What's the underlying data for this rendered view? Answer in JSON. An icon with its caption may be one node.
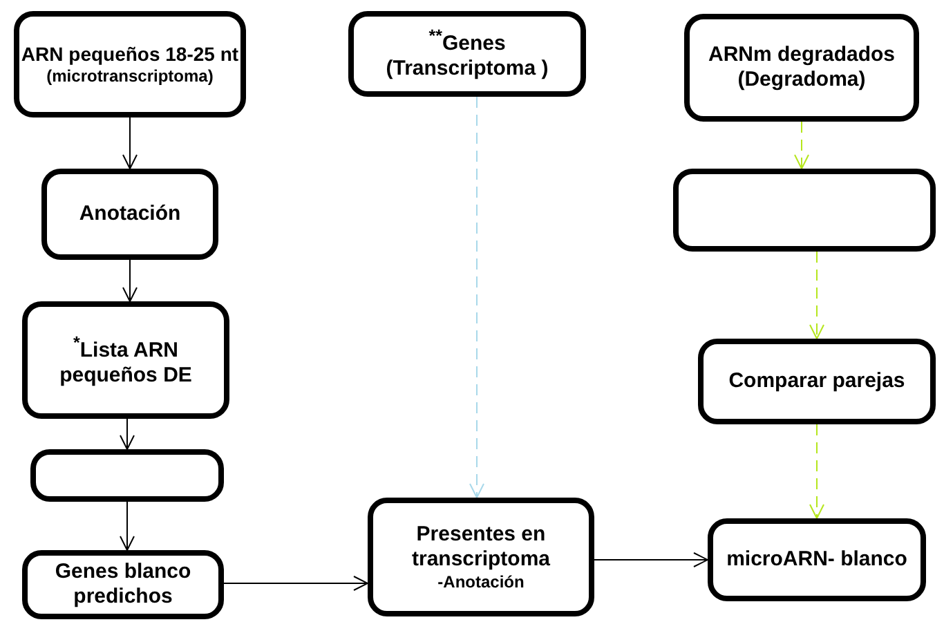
{
  "diagram": {
    "nodes": [
      {
        "text": [
          "ARN pequeños 18-25 nt",
          "(microtranscriptoma)"
        ]
      },
      {
        "text": [
          "Anotación"
        ]
      },
      {
        "text": [
          "$^{*}$Lista ARN pequeños DE"
        ]
      },
      {
        "text": [],
        "shape": "box"
      },
      {
        "text": [
          "Genes blanco predichos"
        ]
      },
      {
        "text": [
          "$^{**}$Genes (Transcriptoma )"
        ]
      },
      {
        "text": [
          "Presentes en transcriptoma",
          "-Anotación"
        ]
      },
      {
        "text": [
          "ARNm degradados (Degradoma)"
        ]
      },
      {
        "text": [],
        "shape": "box"
      },
      {
        "text": [
          "Comparar parejas"
        ]
      },
      {
        "text": [
          "microARN- blanco"
        ]
      }
    ],
    "edges": [
      {
        "from": 0,
        "to": 1,
        "arrow": "to"
      },
      {
        "from": 1,
        "to": 2,
        "arrow": "to"
      },
      {
        "from": 2,
        "to": 3,
        "arrow": "to"
      },
      {
        "from": 3,
        "to": 4,
        "arrow": "to"
      },
      {
        "from": 4,
        "to": 6,
        "arrow": "to"
      },
      {
        "from": 5,
        "to": 6,
        "arrow": "to",
        "style": "dashed",
        "color": "#a8d8ea"
      },
      {
        "from": 6,
        "to": 10,
        "arrow": "to"
      },
      {
        "from": 7,
        "to": 8,
        "arrow": "to",
        "style": "dashed",
        "color": "#b5e61d"
      },
      {
        "from": 8,
        "to": 9,
        "arrow": "to",
        "style": "dashed",
        "color": "#b5e61d"
      },
      {
        "from": 9,
        "to": 10,
        "arrow": "to",
        "style": "dashed",
        "color": "#b5e61d"
      }
    ]
  }
}
